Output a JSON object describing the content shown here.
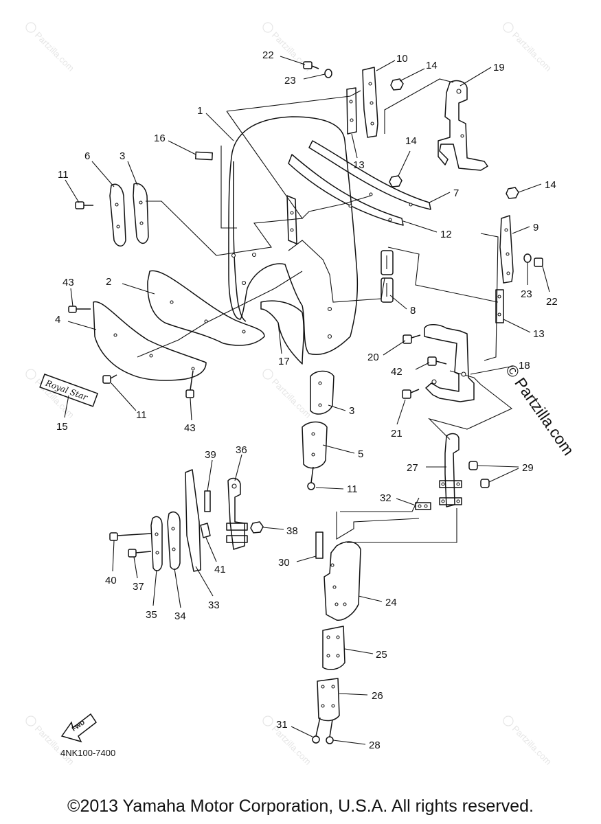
{
  "diagram": {
    "part_numbers": [
      "1",
      "2",
      "3",
      "4",
      "5",
      "6",
      "7",
      "8",
      "9",
      "10",
      "11",
      "12",
      "13",
      "14",
      "15",
      "16",
      "17",
      "18",
      "19",
      "20",
      "21",
      "22",
      "23",
      "24",
      "25",
      "26",
      "27",
      "28",
      "29",
      "30",
      "31",
      "32",
      "33",
      "34",
      "35",
      "36",
      "37",
      "38",
      "39",
      "40",
      "41",
      "42",
      "43"
    ],
    "callouts": {
      "c1": "1",
      "c2": "2",
      "c3a": "3",
      "c3b": "3",
      "c4": "4",
      "c5": "5",
      "c6": "6",
      "c7": "7",
      "c8": "8",
      "c9": "9",
      "c10": "10",
      "c11a": "11",
      "c11b": "11",
      "c11c": "11",
      "c12": "12",
      "c13a": "13",
      "c13b": "13",
      "c14a": "14",
      "c14b": "14",
      "c14c": "14",
      "c15": "15",
      "c16": "16",
      "c17": "17",
      "c18": "18",
      "c19": "19",
      "c20": "20",
      "c21": "21",
      "c22a": "22",
      "c22b": "22",
      "c23a": "23",
      "c23b": "23",
      "c24": "24",
      "c25": "25",
      "c26": "26",
      "c27": "27",
      "c28": "28",
      "c29": "29",
      "c30": "30",
      "c31": "31",
      "c32": "32",
      "c33": "33",
      "c34": "34",
      "c35": "35",
      "c36": "36",
      "c37": "37",
      "c38": "38",
      "c39": "39",
      "c40": "40",
      "c41": "41",
      "c42": "42",
      "c43a": "43",
      "c43b": "43"
    },
    "emblem_text": "Royal Star",
    "fwd_arrow_label": "FWD",
    "diagram_code": "4NK100-7400",
    "side_watermark": "© Partzilla.com",
    "watermark_text": "Partzilla.com"
  },
  "footer": {
    "copyright": "©2013  Yamaha Motor Corporation, U.S.A. All rights reserved."
  }
}
